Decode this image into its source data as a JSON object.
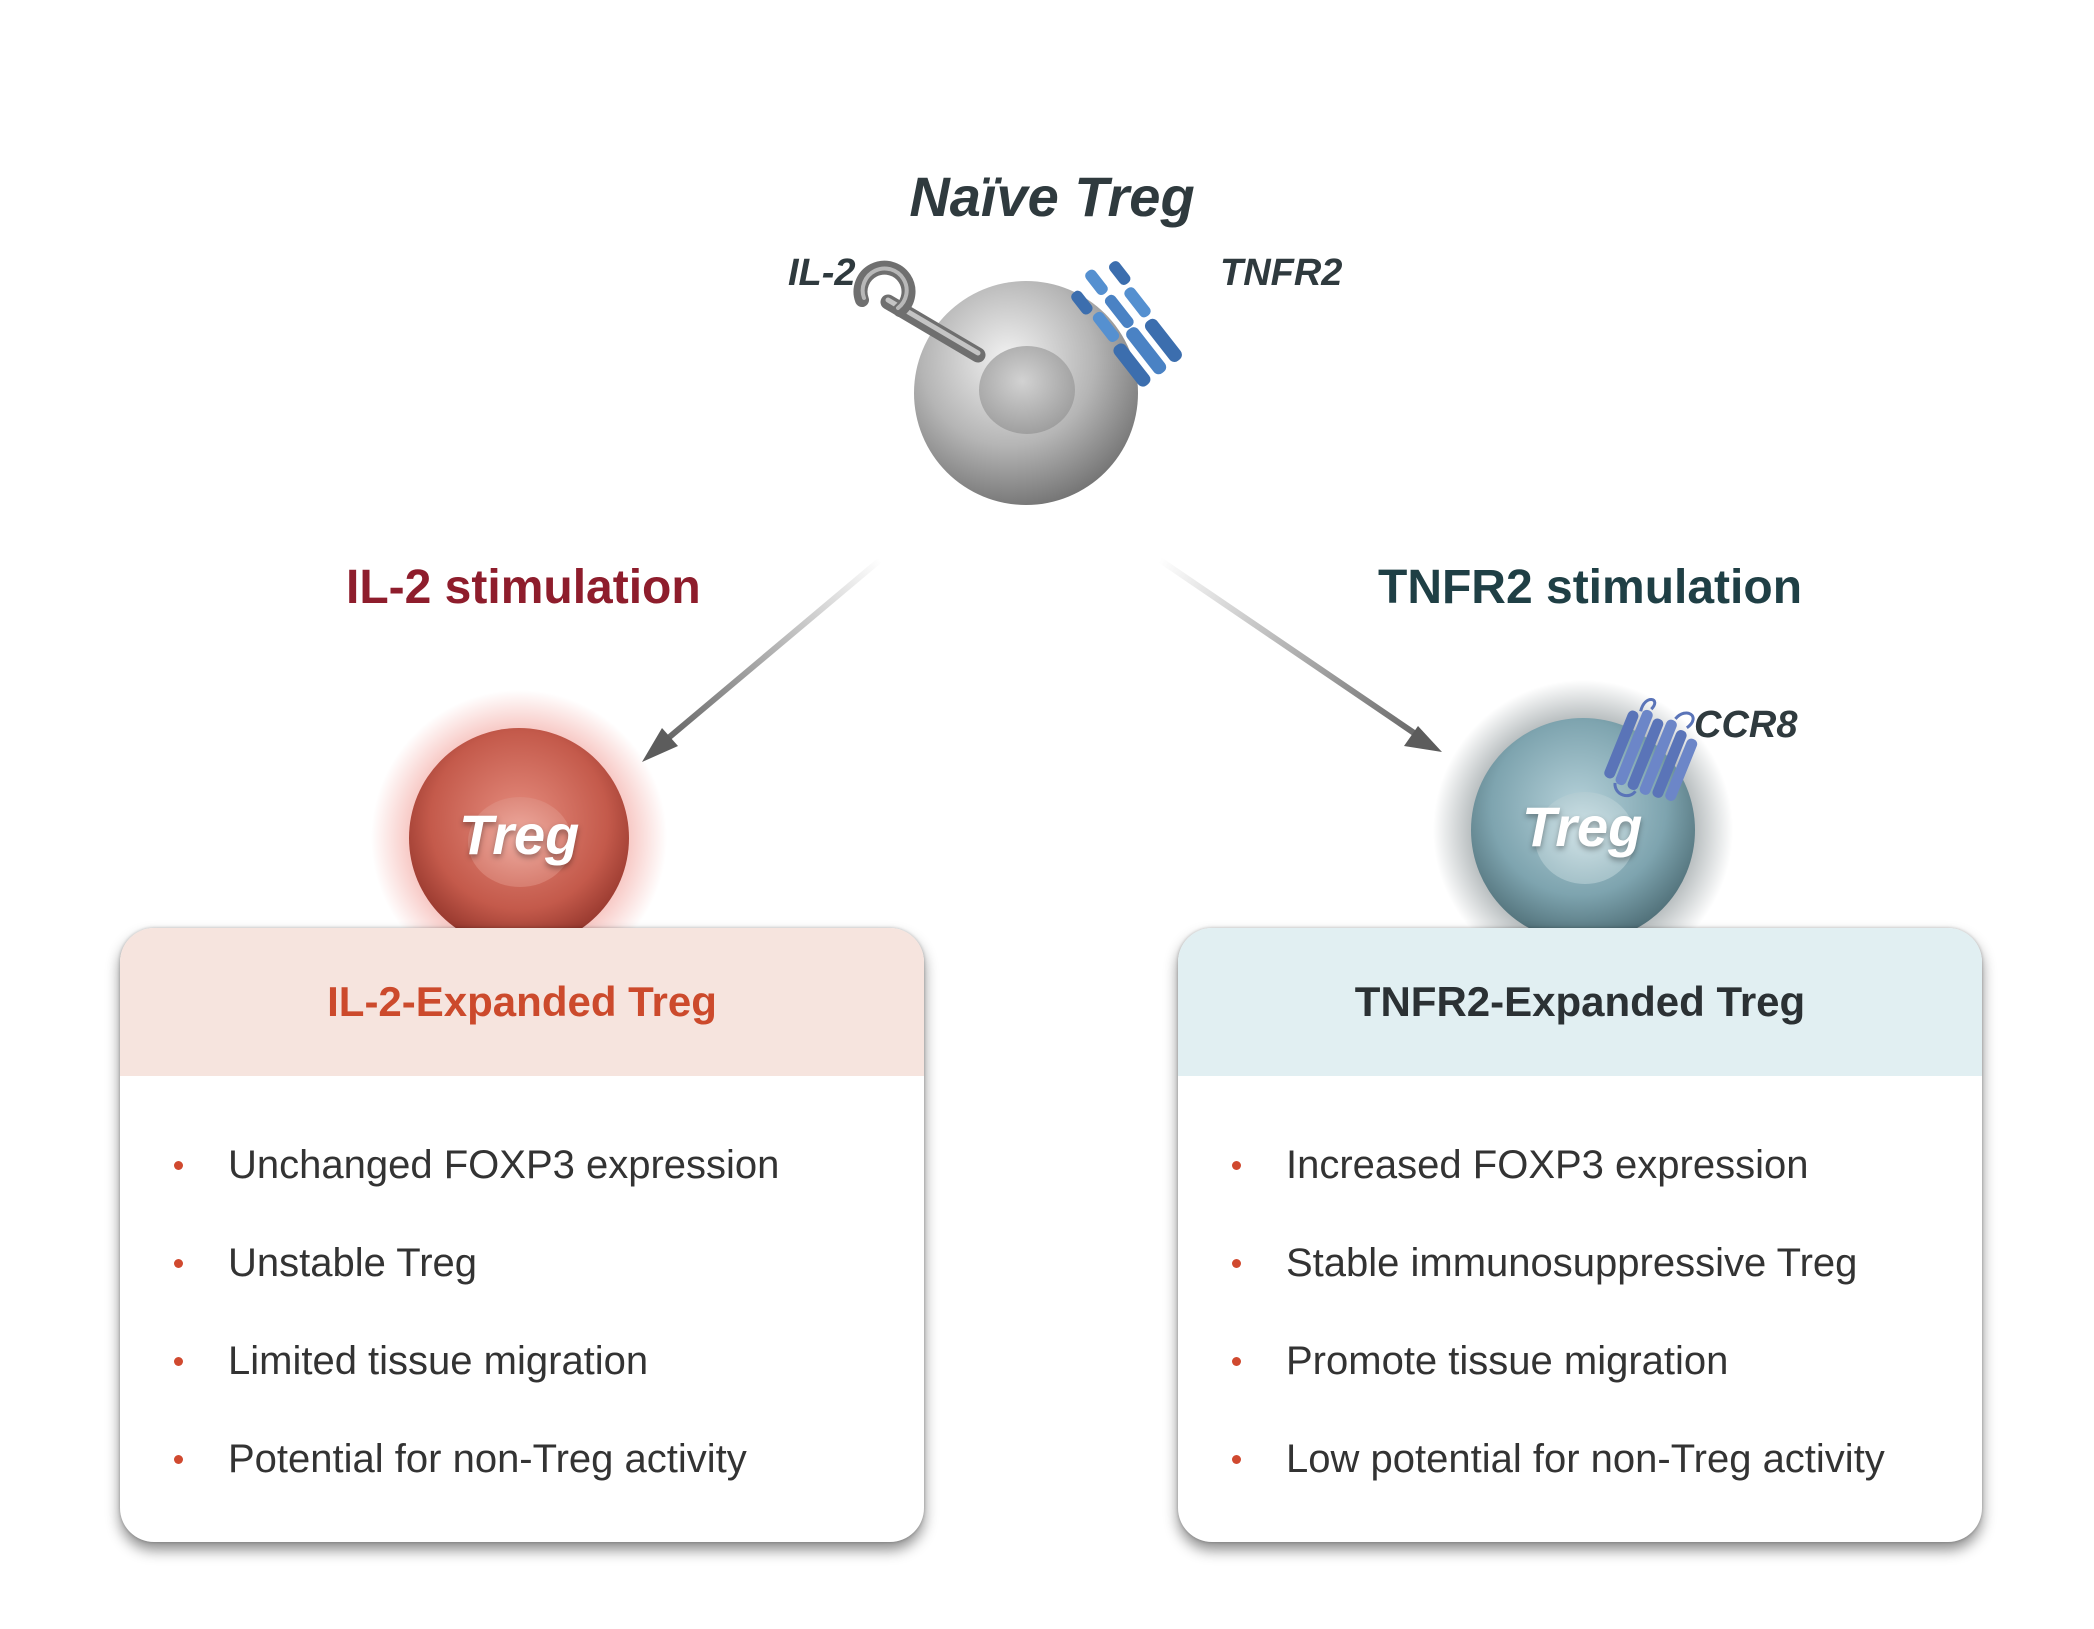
{
  "naive": {
    "title": "Naïve Treg",
    "il2_label": "IL-2",
    "tnfr2_label": "TNFR2"
  },
  "branches": [
    {
      "stimulation_label": "IL-2 stimulation",
      "stimulation_color": "#8e1d2c",
      "cell_label": "Treg",
      "box_title": "IL-2-Expanded Treg",
      "box_title_color": "#cc4a2c",
      "header_bg": "#f6e4de",
      "bullet_color": "#d0492f",
      "items": [
        "Unchanged FOXP3 expression",
        "Unstable Treg",
        "Limited tissue migration",
        "Potential for non-Treg activity"
      ]
    },
    {
      "stimulation_label": "TNFR2 stimulation",
      "stimulation_color": "#1f3f45",
      "cell_label": "Treg",
      "receptor_label": "CCR8",
      "box_title": "TNFR2-Expanded Treg",
      "box_title_color": "#2b3134",
      "header_bg": "#e1eff2",
      "bullet_color": "#d0492f",
      "items": [
        "Increased FOXP3 expression",
        "Stable immunosuppressive Treg",
        "Promote tissue migration",
        "Low potential for non-Treg activity"
      ]
    }
  ]
}
